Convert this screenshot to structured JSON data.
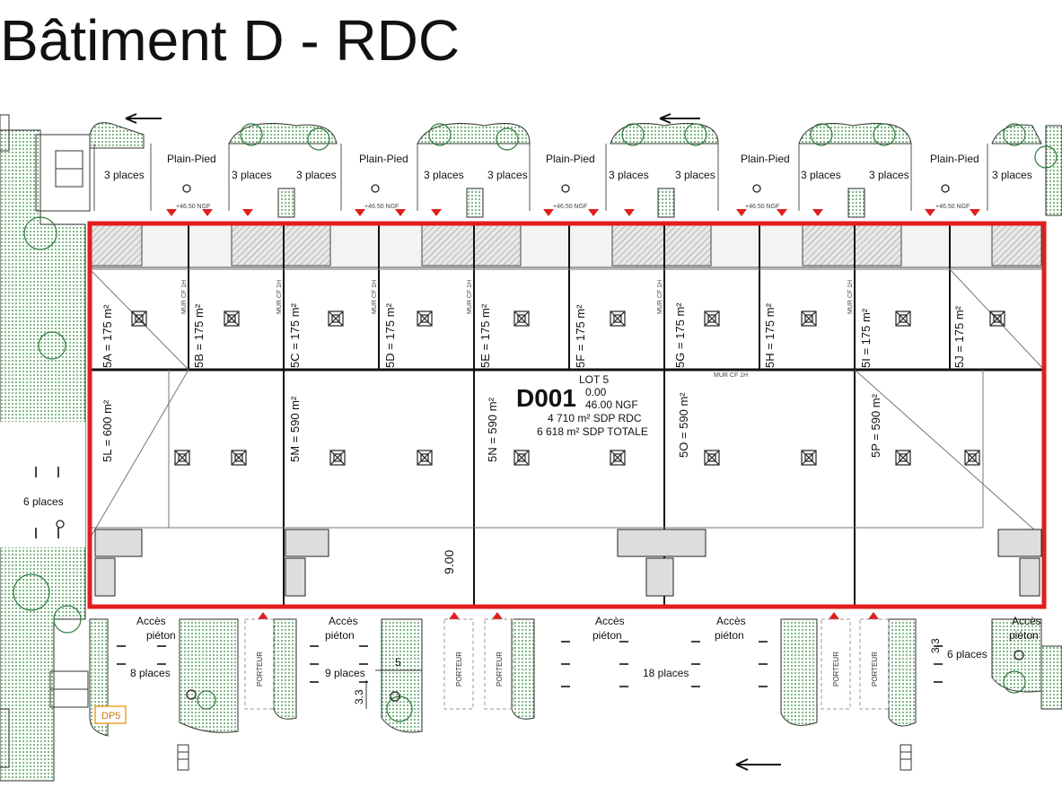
{
  "title": "Bâtiment D - RDC",
  "building": {
    "code": "D001",
    "info_lines": [
      "LOT 5",
      "0.00",
      "46.00 NGF",
      "4 710 m² SDP RDC",
      "6 618 m² SDP TOTALE"
    ]
  },
  "units_top": [
    {
      "label": "5A = 175 m²"
    },
    {
      "label": "5B = 175 m²"
    },
    {
      "label": "5C = 175 m²"
    },
    {
      "label": "5D = 175 m²"
    },
    {
      "label": "5E = 175 m²"
    },
    {
      "label": "5F = 175 m²"
    },
    {
      "label": "5G = 175 m²"
    },
    {
      "label": "5H = 175 m²"
    },
    {
      "label": "5I = 175 m²"
    },
    {
      "label": "5J = 175 m²"
    }
  ],
  "units_bottom": [
    {
      "label": "5L = 600 m²"
    },
    {
      "label": "5M = 590 m²"
    },
    {
      "label": "5N = 590 m²"
    },
    {
      "label": "5O = 590 m²"
    },
    {
      "label": "5P = 590 m²"
    }
  ],
  "parking_top": [
    "3 places",
    "3 places",
    "3 places",
    "3 places",
    "3 places",
    "3 places",
    "3 places",
    "3 places",
    "3 places",
    "3 places"
  ],
  "plain_pied": [
    "Plain-Pied",
    "Plain-Pied",
    "Plain-Pied",
    "Plain-Pied",
    "Plain-Pied"
  ],
  "ngf_top": [
    "+46.50 NGF",
    "+46.50 NGF",
    "+46.50 NGF",
    "+46.50 NGF",
    "+46.50 NGF"
  ],
  "parking_bottom": [
    {
      "label": "8 places"
    },
    {
      "label": "9 places"
    },
    {
      "label": "18 places"
    },
    {
      "label": "6 places"
    }
  ],
  "parking_left": "6 places",
  "acces": [
    {
      "line1": "Accès",
      "line2": "piéton"
    },
    {
      "line1": "Accès",
      "line2": "piéton"
    },
    {
      "line1": "Accès",
      "line2": "piéton"
    },
    {
      "line1": "Accès",
      "line2": "piéton"
    },
    {
      "line1": "Accès",
      "line2": "piéton"
    }
  ],
  "porteur_label": "PORTEUR",
  "dim_labels": {
    "d900": "9.00",
    "d5": "5",
    "d33": "3.3",
    "d33b": "3.3"
  },
  "dp_tag": "DP5",
  "mur_cf": "MUR CF 1H",
  "colors": {
    "outline": "#e01e1e",
    "hatch": "#1f8a2a",
    "walls": "#111111"
  }
}
